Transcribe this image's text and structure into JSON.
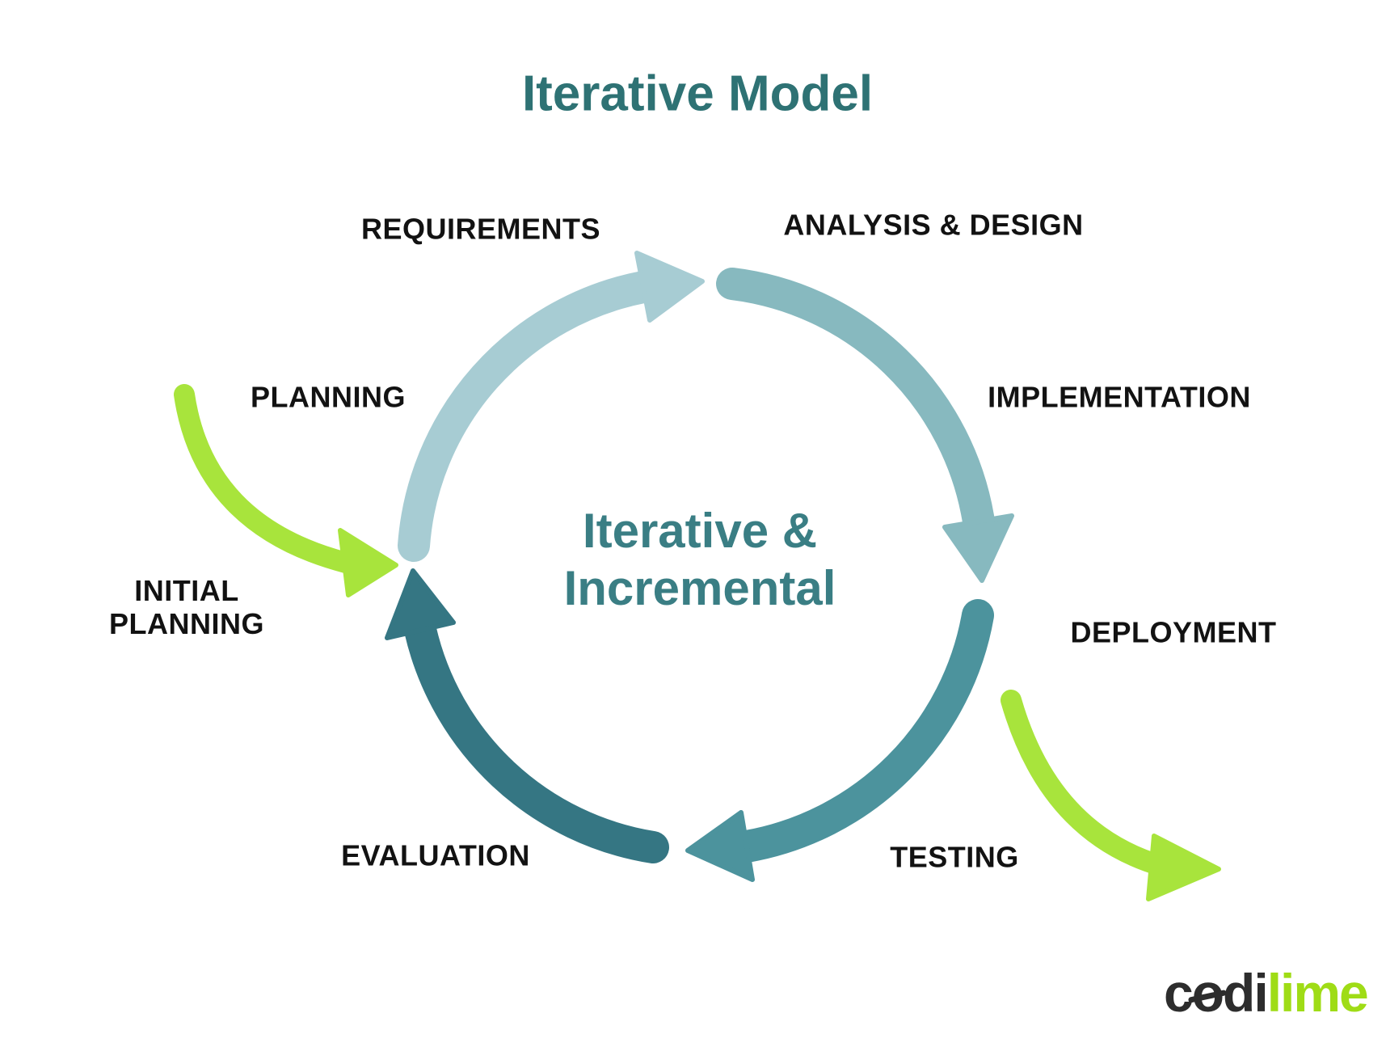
{
  "title": "Iterative Model",
  "center_label": {
    "line1": "Iterative &",
    "line2": "Incremental"
  },
  "stages": {
    "requirements": "REQUIREMENTS",
    "analysis_design": "ANALYSIS & DESIGN",
    "implementation": "IMPLEMENTATION",
    "deployment": "DEPLOYMENT",
    "testing": "TESTING",
    "evaluation": "EVALUATION",
    "planning": "PLANNING",
    "initial_planning_line1": "INITIAL",
    "initial_planning_line2": "PLANNING"
  },
  "diagram": {
    "type": "cycle",
    "direction": "clockwise",
    "cycle_order": [
      "PLANNING",
      "REQUIREMENTS",
      "ANALYSIS & DESIGN",
      "IMPLEMENTATION",
      "DEPLOYMENT",
      "TESTING",
      "EVALUATION"
    ],
    "center_text": "Iterative & Incremental",
    "entry_arrow": {
      "label": "INITIAL PLANNING",
      "enters_before": "PLANNING"
    },
    "exit_arrow": {
      "exits_after": "DEPLOYMENT"
    }
  },
  "colors": {
    "background": "#ffffff",
    "title_text": "#2e7274",
    "center_text": "#3a7e84",
    "stage_text": "#121212",
    "arc_planning_requirements": "#a7ccd3",
    "arc_analysis_implementation": "#87b9bf",
    "arc_deployment_testing": "#4c939d",
    "arc_evaluation_planning": "#357683",
    "green_arrow": "#a8e43c",
    "logo_dark": "#2d2d2d",
    "logo_lime": "#9fdc16"
  },
  "logo": {
    "c": "c",
    "o": "o",
    "di": "di",
    "lime": "lime"
  }
}
